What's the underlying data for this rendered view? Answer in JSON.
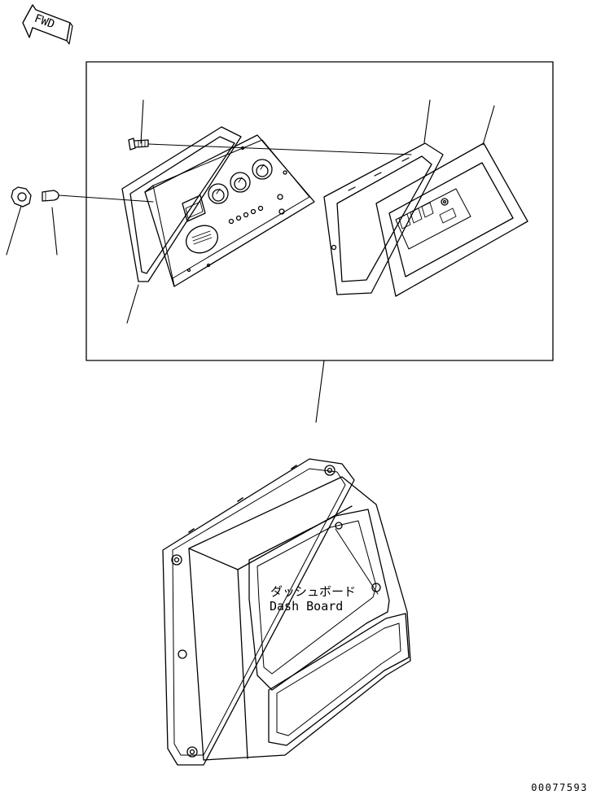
{
  "direction_marker": {
    "text": "FWD",
    "icon": "forward-arrow-icon"
  },
  "dash_board_label": {
    "japanese": "ダッシュボード",
    "english": "Dash Board"
  },
  "drawing_number": "00077593",
  "colors": {
    "line": "#000000",
    "background": "#ffffff"
  }
}
